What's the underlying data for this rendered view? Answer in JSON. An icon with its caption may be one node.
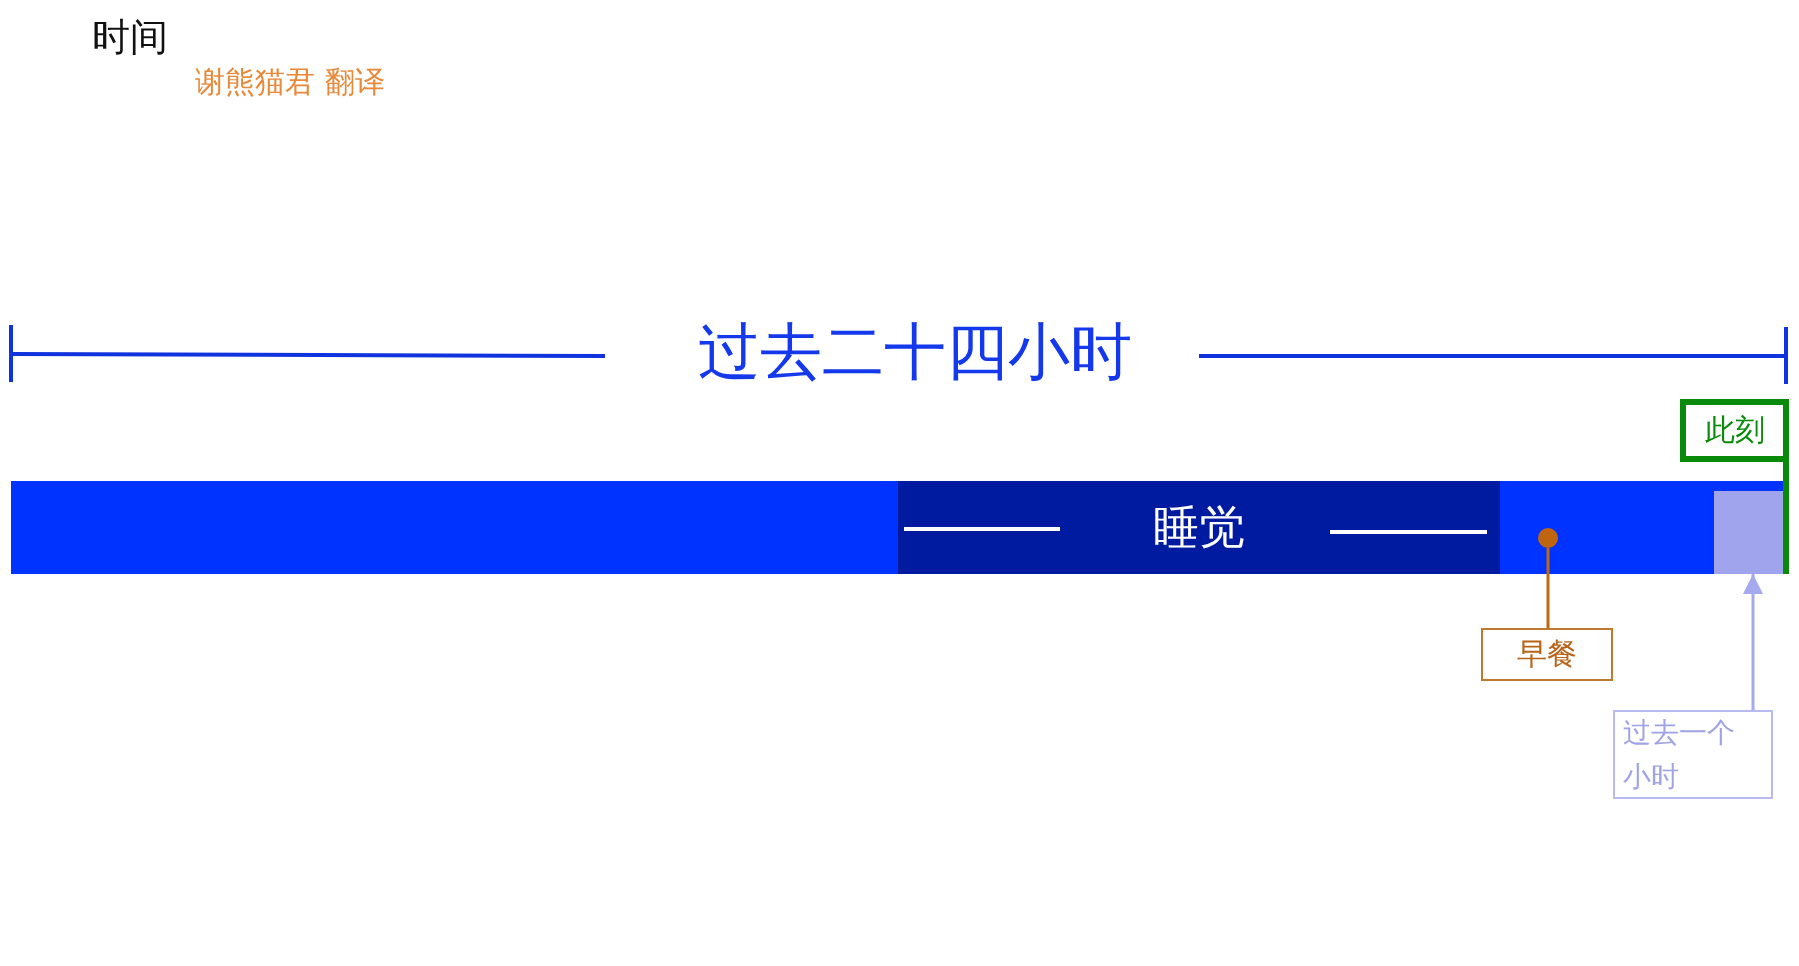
{
  "diagram": {
    "title": "时间",
    "nodes": [
      {
        "text": [
          "此刻"
        ]
      },
      {
        "text": [],
        "shape": "bar"
      },
      {
        "text": [
          "睡觉"
        ],
        "in": 1
      },
      {
        "text": [],
        "shape": "circle",
        "in": 1
      },
      {
        "text": [],
        "shape": "bar",
        "in": 1
      },
      {
        "text": [
          "早餐"
        ]
      },
      {
        "text": [
          "过去一个小时"
        ]
      }
    ],
    "edges": [
      {
        "from": 0,
        "to": 1,
        "arrow": "none",
        "style": "thick",
        "color": "#0a8a0a"
      },
      {
        "from": 5,
        "to": 3,
        "arrow": "none",
        "color": "#c0680f"
      },
      {
        "from": 6,
        "to": 4,
        "arrow": "to",
        "color": "#a5a9ee"
      }
    ],
    "labels": [
      "谢熊猫君 翻译",
      "过去二十四小时"
    ]
  }
}
